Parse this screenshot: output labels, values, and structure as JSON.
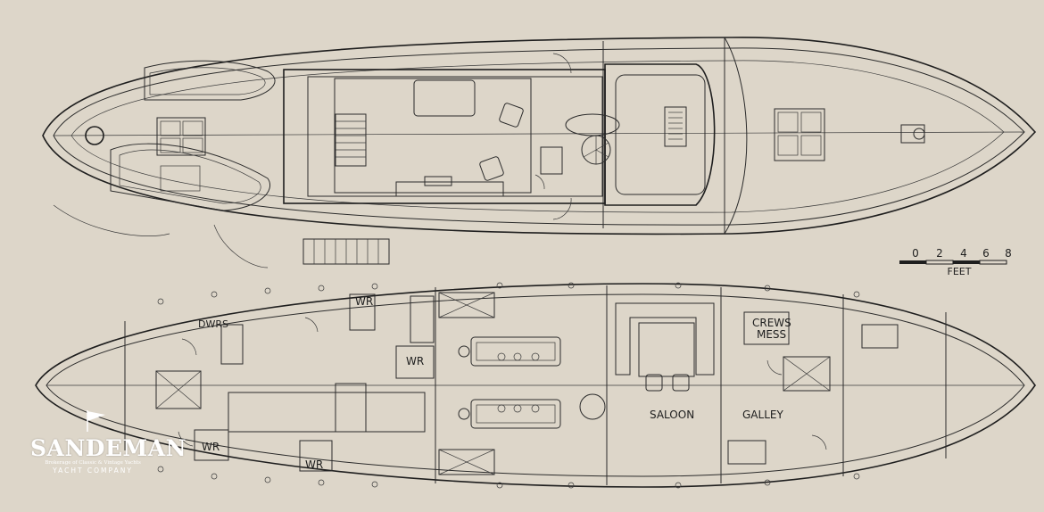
{
  "lower_deck_labels": {
    "dwrs": "DWRS",
    "wr_top": "WR",
    "wr_mid": "WR",
    "wr_left": "WR",
    "wr_bottom": "WR",
    "crews": "CREWS",
    "mess": "MESS",
    "saloon": "SALOON",
    "galley": "GALLEY"
  },
  "scale_bar": {
    "ticks": [
      "0",
      "2",
      "4",
      "6",
      "8"
    ],
    "unit": "FEET"
  },
  "logo": {
    "brand": "SANDEMAN",
    "tagline": "Brokerage of Classic & Vintage Yachts",
    "company": "YACHT COMPANY"
  }
}
